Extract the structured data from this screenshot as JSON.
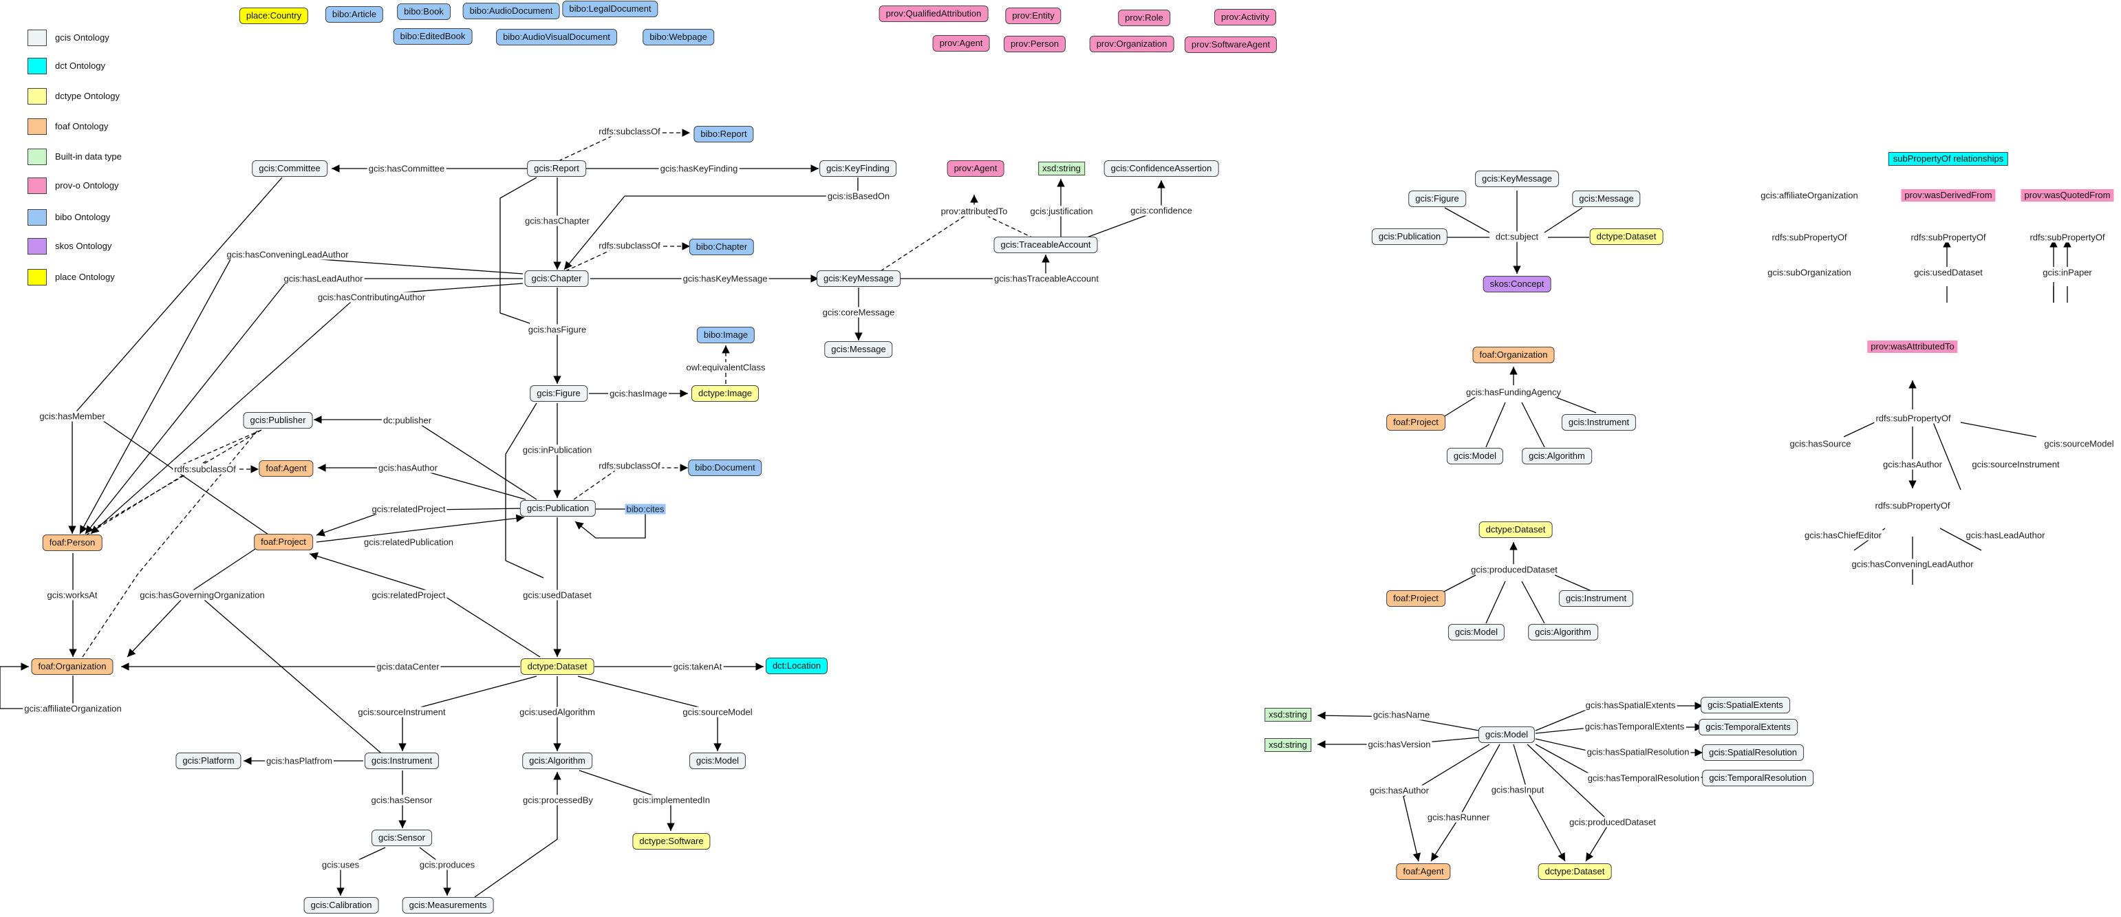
{
  "legend": [
    {
      "label": "gcis Ontology",
      "color": "#eef3f5"
    },
    {
      "label": "dct Ontology",
      "color": "#00ffff"
    },
    {
      "label": "dctype Ontology",
      "color": "#ffff99"
    },
    {
      "label": "foaf Ontology",
      "color": "#fcc48c"
    },
    {
      "label": "Built-in data type",
      "color": "#c9f5c9"
    },
    {
      "label": "prov-o Ontology",
      "color": "#f590c0"
    },
    {
      "label": "bibo Ontology",
      "color": "#99c6f5"
    },
    {
      "label": "skos Ontology",
      "color": "#c590f0"
    },
    {
      "label": "place Ontology",
      "color": "#ffff00"
    }
  ],
  "colors": {
    "gcis": "#eef3f5",
    "dct": "#00ffff",
    "dctype": "#ffff99",
    "foaf": "#fcc48c",
    "builtin": "#c9f5c9",
    "prov": "#f590c0",
    "bibo": "#99c6f5",
    "skos": "#c590f0",
    "place": "#ffff00"
  },
  "nodes": {
    "place_country": "place:Country",
    "bibo_article": "bibo:Article",
    "bibo_book": "bibo:Book",
    "bibo_audiodocument": "bibo:AudioDocument",
    "bibo_legaldocument": "bibo:LegalDocument",
    "bibo_editedbook": "bibo:EditedBook",
    "bibo_audiovisualdocument": "bibo:AudioVisualDocument",
    "bibo_webpage": "bibo:Webpage",
    "prov_qualifiedattribution": "prov:QualifiedAttribution",
    "prov_entity": "prov:Entity",
    "prov_role": "prov:Role",
    "prov_activity": "prov:Activity",
    "prov_agent_top": "prov:Agent",
    "prov_person": "prov:Person",
    "prov_organization": "prov:Organization",
    "prov_softwareagent": "prov:SoftwareAgent",
    "gcis_committee": "gcis:Committee",
    "gcis_report": "gcis:Report",
    "bibo_report": "bibo:Report",
    "gcis_keyfinding": "gcis:KeyFinding",
    "prov_agent": "prov:Agent",
    "xsd_string_1": "xsd:string",
    "gcis_confidenceassertion": "gcis:ConfidenceAssertion",
    "bibo_chapter": "bibo:Chapter",
    "gcis_chapter": "gcis:Chapter",
    "gcis_keymessage": "gcis:KeyMessage",
    "gcis_traceableaccount": "gcis:TraceableAccount",
    "bibo_image": "bibo:Image",
    "gcis_message": "gcis:Message",
    "gcis_figure": "gcis:Figure",
    "dctype_image": "dctype:Image",
    "gcis_publisher": "gcis:Publisher",
    "foaf_agent": "foaf:Agent",
    "bibo_document": "bibo:Document",
    "gcis_publication": "gcis:Publication",
    "foaf_person": "foaf:Person",
    "foaf_project": "foaf:Project",
    "foaf_organization": "foaf:Organization",
    "dctype_dataset": "dctype:Dataset",
    "dct_location": "dct:Location",
    "gcis_platform": "gcis:Platform",
    "gcis_instrument": "gcis:Instrument",
    "gcis_algorithm": "gcis:Algorithm",
    "gcis_model": "gcis:Model",
    "gcis_sensor": "gcis:Sensor",
    "dctype_software": "dctype:Software",
    "gcis_calibration": "gcis:Calibration",
    "gcis_measurements": "gcis:Measurements",
    "r_gcis_keymessage": "gcis:KeyMessage",
    "r_gcis_figure": "gcis:Figure",
    "r_gcis_message": "gcis:Message",
    "r_gcis_publication": "gcis:Publication",
    "r_dctype_dataset1": "dctype:Dataset",
    "r_skos_concept": "skos:Concept",
    "r_foaf_organization": "foaf:Organization",
    "r_foaf_project1": "foaf:Project",
    "r_gcis_instrument1": "gcis:Instrument",
    "r_gcis_model1": "gcis:Model",
    "r_gcis_algorithm1": "gcis:Algorithm",
    "r_dctype_dataset2": "dctype:Dataset",
    "r_foaf_project2": "foaf:Project",
    "r_gcis_instrument2": "gcis:Instrument",
    "r_gcis_model2": "gcis:Model",
    "r_gcis_algorithm2": "gcis:Algorithm",
    "r_xsd_string1": "xsd:string",
    "r_xsd_string2": "xsd:string",
    "r_gcis_model3": "gcis:Model",
    "r_gcis_spatialextents": "gcis:SpatialExtents",
    "r_gcis_temporalextents": "gcis:TemporalExtents",
    "r_gcis_spatialresolution": "gcis:SpatialResolution",
    "r_gcis_temporalresolution": "gcis:TemporalResolution",
    "r_foaf_agent": "foaf:Agent",
    "r_dctype_dataset3": "dctype:Dataset",
    "sub_header": "subPropertyOf relationships",
    "prov_wasderivedfrom": "prov:wasDerivedFrom",
    "prov_wasquotedfrom": "prov:wasQuotedFrom",
    "prov_wasattributedto": "prov:wasAttributedTo",
    "sp_affiliateorganization": "gcis:affiliateOrganization",
    "sp_suborganization": "gcis:subOrganization",
    "sp_useddataset": "gcis:usedDataset",
    "sp_inpaper": "gcis:inPaper",
    "sp_hassource": "gcis:hasSource",
    "sp_sourcemodel": "gcis:sourceModel",
    "sp_hasauthor": "gcis:hasAuthor",
    "sp_sourceinstrument": "gcis:sourceInstrument",
    "sp_haschiefeditor": "gcis:hasChiefEditor",
    "sp_hasleadauthor": "gcis:hasLeadAuthor",
    "sp_hasconveningleadauthor": "gcis:hasConveningLeadAuthor"
  },
  "labels": {
    "hasCommittee": "gcis:hasCommittee",
    "rdfs_subclassof_report": "rdfs:subclassOf",
    "hasKeyFinding": "gcis:hasKeyFinding",
    "isBasedOn": "gcis:isBasedOn",
    "prov_attributedTo": "prov:attributedTo",
    "justification": "gcis:justification",
    "confidence": "gcis:confidence",
    "hasChapter": "gcis:hasChapter",
    "rdfs_subclassof_chapter": "rdfs:subclassOf",
    "hasConveningLeadAuthor": "gcis:hasConveningLeadAuthor",
    "hasLeadAuthor": "gcis:hasLeadAuthor",
    "hasContributingAuthor": "gcis:hasContributingAuthor",
    "hasKeyMessage": "gcis:hasKeyMessage",
    "hasTraceableAccount": "gcis:hasTraceableAccount",
    "coreMessage": "gcis:coreMessage",
    "hasFigure": "gcis:hasFigure",
    "owl_equivalentClass": "owl:equivalentClass",
    "hasImage": "gcis:hasImage",
    "hasMember": "gcis:hasMember",
    "dc_publisher": "dc:publisher",
    "rdfs_subclassof_publisher": "rdfs:subclassOf",
    "hasAuthor": "gcis:hasAuthor",
    "inPublication": "gcis:inPublication",
    "rdfs_subclassof_publication": "rdfs:subclassOf",
    "relatedProject_pub": "gcis:relatedProject",
    "bibo_cites": "bibo:cites",
    "relatedPublication": "gcis:relatedPublication",
    "worksAt": "gcis:worksAt",
    "hasGoverningOrganization": "gcis:hasGoverningOrganization",
    "relatedProject_ds": "gcis:relatedProject",
    "usedDataset": "gcis:usedDataset",
    "dataCenter": "gcis:dataCenter",
    "takenAt": "gcis:takenAt",
    "affiliateOrganization": "gcis:affiliateOrganization",
    "sourceInstrument": "gcis:sourceInstrument",
    "usedAlgorithm": "gcis:usedAlgorithm",
    "sourceModel": "gcis:sourceModel",
    "hasPlatform": "gcis:hasPlatfrom",
    "hasSensor": "gcis:hasSensor",
    "processedBy": "gcis:processedBy",
    "implementedIn": "gcis:implementedIn",
    "uses": "gcis:uses",
    "produces": "gcis:produces",
    "r_dct_subject": "dct:subject",
    "r_hasFundingAgency": "gcis:hasFundingAgency",
    "r_producedDataset1": "gcis:producedDataset",
    "r_hasName": "gcis:hasName",
    "r_hasVersion": "gcis:hasVersion",
    "r_hasSpatialExtents": "gcis:hasSpatialExtents",
    "r_hasTemporalExtents": "gcis:hasTemporalExtents",
    "r_hasSpatialResolution": "gcis:hasSpatialResolution",
    "r_hasTemporalResolution": "gcis:hasTemporalResolution",
    "r_hasAuthor": "gcis:hasAuthor",
    "r_hasRunner": "gcis:hasRunner",
    "r_hasInput": "gcis:hasInput",
    "r_producedDataset2": "gcis:producedDataset",
    "sp_rdfs1": "rdfs:subPropertyOf",
    "sp_rdfs2": "rdfs:subPropertyOf",
    "sp_rdfs3": "rdfs:subPropertyOf",
    "sp_rdfs4": "rdfs:subPropertyOf",
    "sp_rdfs5": "rdfs:subPropertyOf"
  }
}
